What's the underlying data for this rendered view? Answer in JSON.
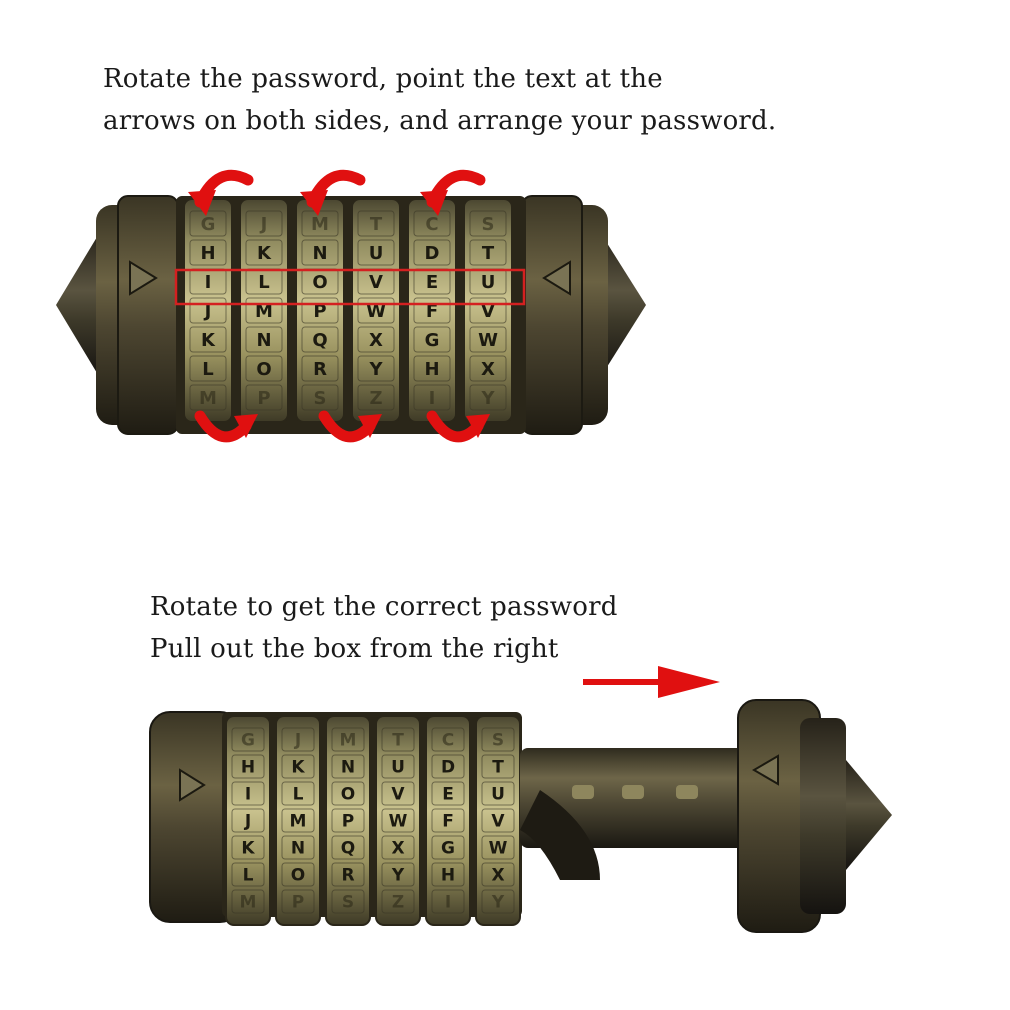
{
  "instructions": {
    "top_lines": [
      "Rotate the password, point the text at the",
      "arrows on both sides, and arrange your password."
    ],
    "bottom_lines": [
      "Rotate to get the correct password",
      "Pull out the box from the right"
    ]
  },
  "cryptex_top": {
    "rings": [
      [
        "G",
        "H",
        "I",
        "J",
        "K",
        "L",
        "M"
      ],
      [
        "J",
        "K",
        "L",
        "M",
        "N",
        "O",
        "P"
      ],
      [
        "M",
        "N",
        "O",
        "P",
        "Q",
        "R",
        "S"
      ],
      [
        "T",
        "U",
        "V",
        "W",
        "X",
        "Y",
        "Z"
      ],
      [
        "C",
        "D",
        "E",
        "F",
        "G",
        "H",
        "I"
      ],
      [
        "S",
        "T",
        "U",
        "V",
        "W",
        "X",
        "Y"
      ]
    ],
    "password": [
      "I",
      "L",
      "O",
      "V",
      "E",
      "U"
    ]
  },
  "cryptex_bottom": {
    "rings": [
      [
        "G",
        "H",
        "I",
        "J",
        "K",
        "L",
        "M"
      ],
      [
        "J",
        "K",
        "L",
        "M",
        "N",
        "O",
        "P"
      ],
      [
        "M",
        "N",
        "O",
        "P",
        "Q",
        "R",
        "S"
      ],
      [
        "T",
        "U",
        "V",
        "W",
        "X",
        "Y",
        "Z"
      ],
      [
        "C",
        "D",
        "E",
        "F",
        "G",
        "H",
        "I"
      ],
      [
        "S",
        "T",
        "U",
        "V",
        "W",
        "X",
        "Y"
      ]
    ]
  },
  "colors": {
    "arrow_red": "#e01010",
    "highlight_box": "#d42020",
    "brass": "#a8a070",
    "bronze_dark": "#2e2a1e"
  },
  "icons": [
    "rotate-arrow-icon",
    "pull-direction-arrow-icon",
    "triangle-pointer-icon"
  ]
}
